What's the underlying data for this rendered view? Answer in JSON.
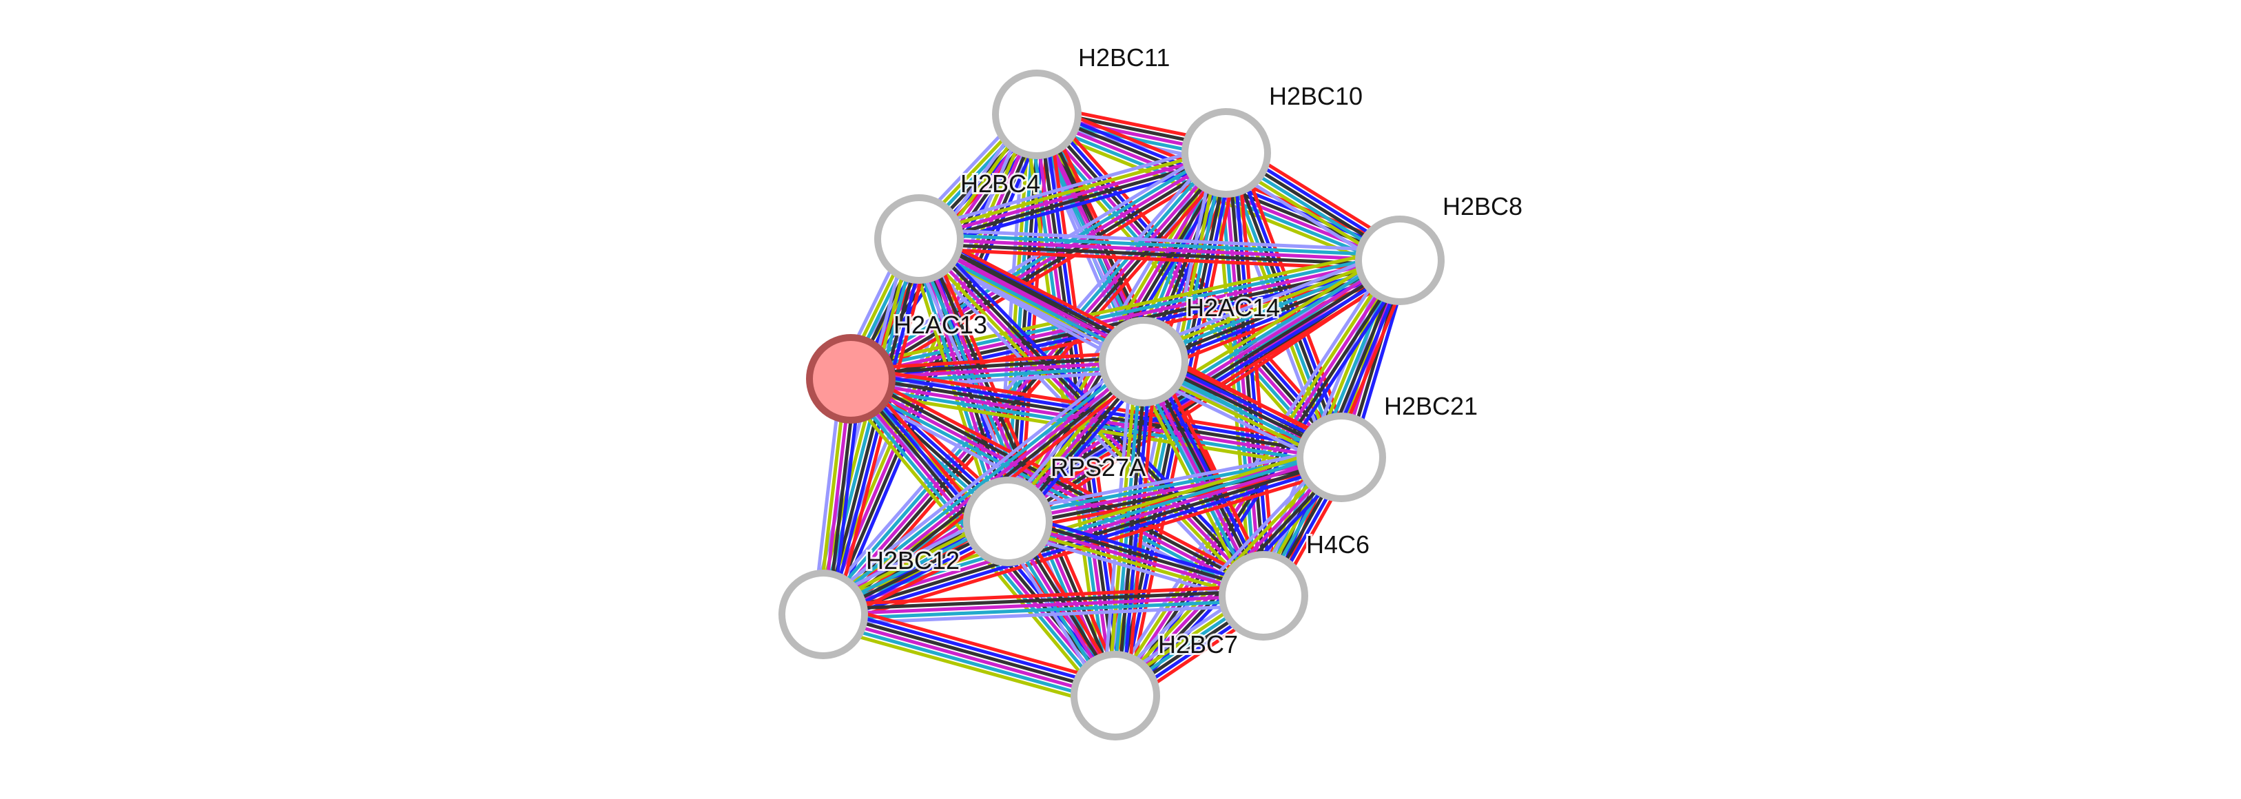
{
  "evidence_colors": {
    "fusion": "#ff2020",
    "cooccurrence": "#2020ff",
    "coexpression": "#333333",
    "experiments": "#cc22cc",
    "databases": "#22aacc",
    "textmining": "#b0c800",
    "homology": "#9999ff"
  },
  "query_node_color": "#ff9999",
  "nodes": [
    {
      "id": "H2BC11",
      "label": "H2BC11",
      "query": false
    },
    {
      "id": "H2BC10",
      "label": "H2BC10",
      "query": false
    },
    {
      "id": "H2BC8",
      "label": "H2BC8",
      "query": false
    },
    {
      "id": "H2BC4",
      "label": "H2BC4",
      "query": false
    },
    {
      "id": "H2AC13",
      "label": "H2AC13",
      "query": true
    },
    {
      "id": "H2AC14",
      "label": "H2AC14",
      "query": false
    },
    {
      "id": "H2BC21",
      "label": "H2BC21",
      "query": false
    },
    {
      "id": "RPS27A",
      "label": "RPS27A",
      "query": false
    },
    {
      "id": "H2BC12",
      "label": "H2BC12",
      "query": false
    },
    {
      "id": "H4C6",
      "label": "H4C6",
      "query": false
    },
    {
      "id": "H2BC7",
      "label": "H2BC7",
      "query": false
    }
  ]
}
